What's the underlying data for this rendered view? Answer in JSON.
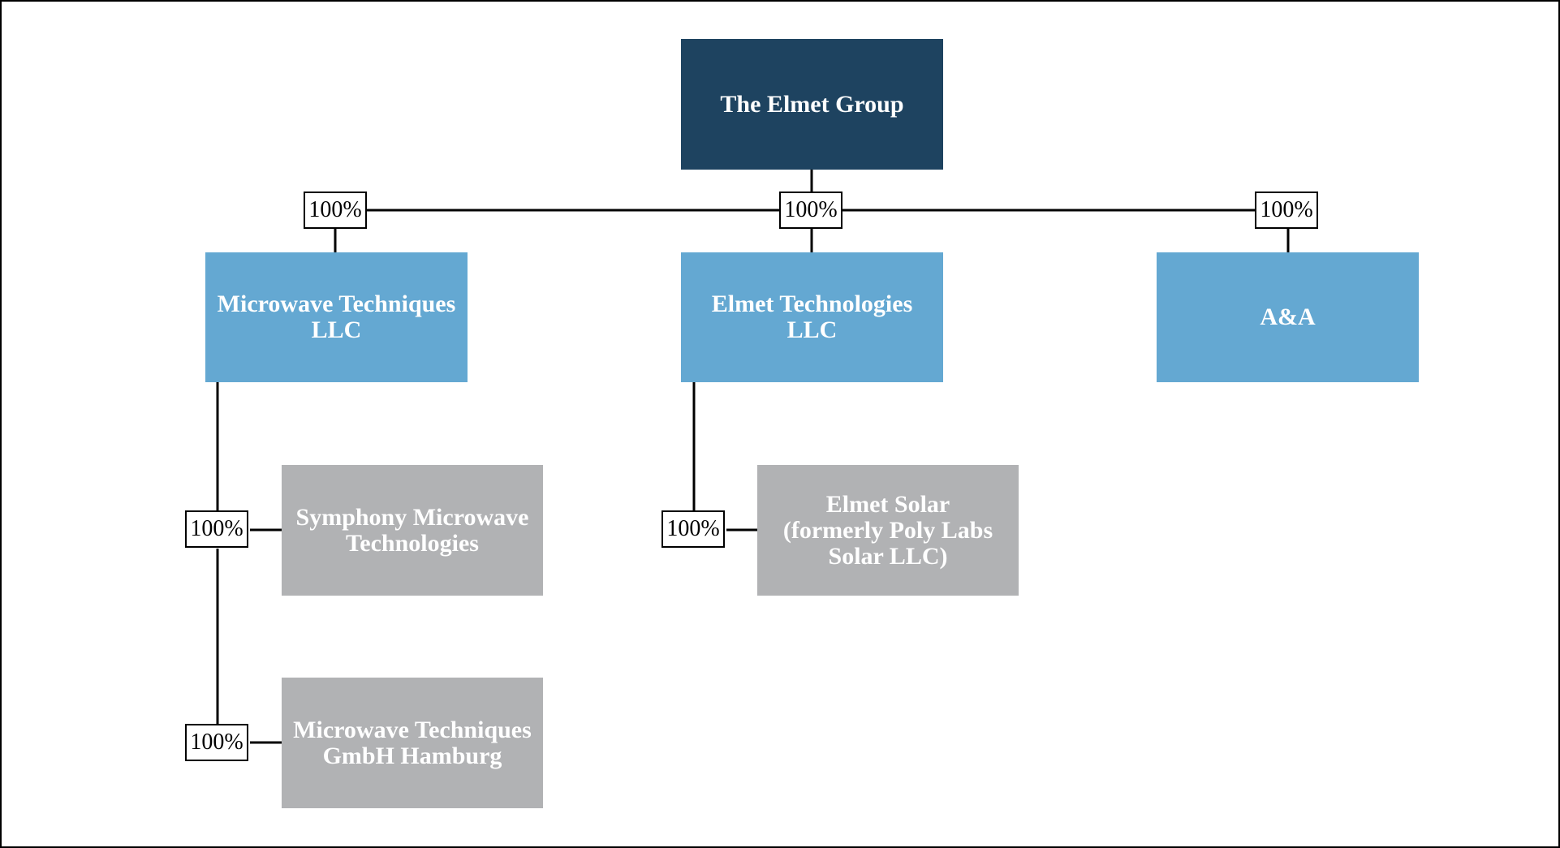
{
  "chart": {
    "root": {
      "label": "The Elmet Group"
    },
    "subsidiaries": [
      {
        "label": "Microwave Techniques\nLLC",
        "ownership": "100%"
      },
      {
        "label": "Elmet Technologies\nLLC",
        "ownership": "100%"
      },
      {
        "label": "A&A",
        "ownership": "100%"
      }
    ],
    "sub_subsidiaries": [
      {
        "label": "Symphony Microwave\nTechnologies",
        "ownership": "100%",
        "parent": "Microwave Techniques LLC"
      },
      {
        "label": "Microwave Techniques\nGmbH Hamburg",
        "ownership": "100%",
        "parent": "Microwave Techniques LLC"
      },
      {
        "label": "Elmet Solar\n(formerly Poly Labs\nSolar LLC)",
        "ownership": "100%",
        "parent": "Elmet Technologies LLC"
      }
    ]
  },
  "colors": {
    "root": "#1e4360",
    "subsidiary": "#64a8d2",
    "sub_subsidiary": "#b1b2b4"
  }
}
